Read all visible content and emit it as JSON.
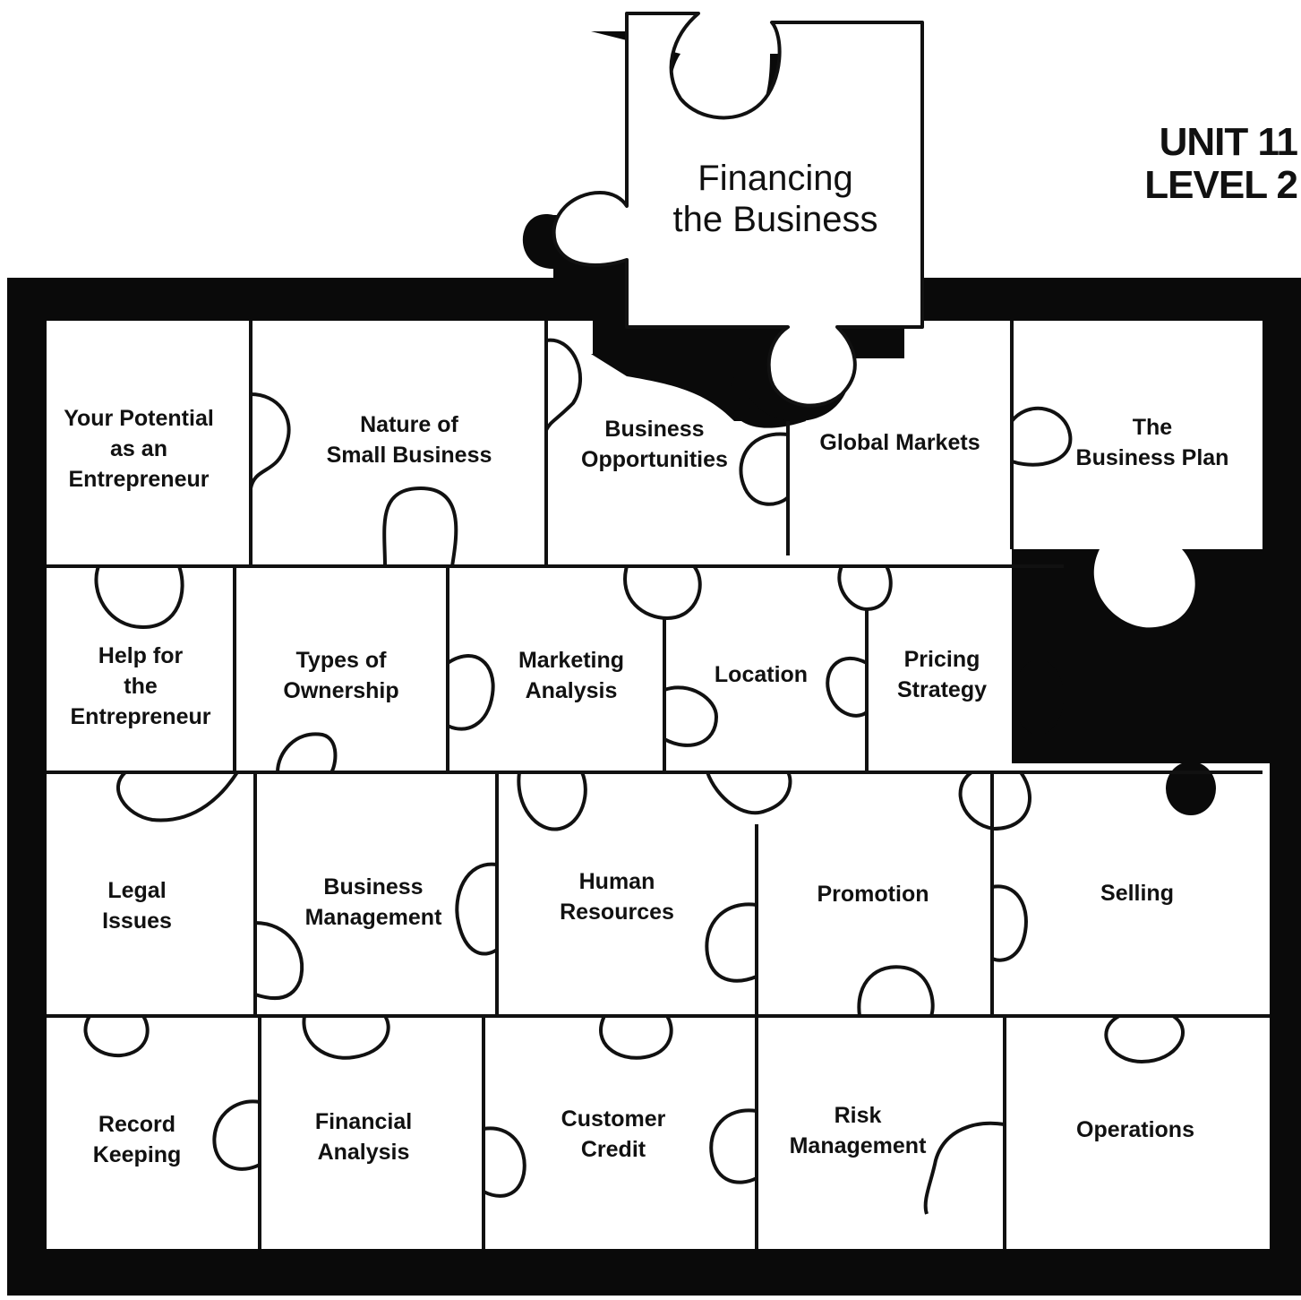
{
  "unit_label": {
    "unit": "UNIT 11",
    "level": "LEVEL 2"
  },
  "featured_piece": {
    "lines": [
      "Financing",
      "the Business"
    ]
  },
  "colors": {
    "ink": "#111111",
    "board": "#0a0a0a",
    "paper": "#ffffff"
  },
  "pieces": [
    {
      "id": "your-potential",
      "lines": [
        "Your Potential",
        "as an",
        "Entrepreneur"
      ]
    },
    {
      "id": "nature-small-business",
      "lines": [
        "Nature of",
        "Small Business"
      ]
    },
    {
      "id": "business-opportunities",
      "lines": [
        "Business",
        "Opportunities"
      ]
    },
    {
      "id": "global-markets",
      "lines": [
        "Global Markets"
      ]
    },
    {
      "id": "business-plan",
      "lines": [
        "The",
        "Business Plan"
      ]
    },
    {
      "id": "help-entrepreneur",
      "lines": [
        "Help for",
        "the",
        "Entrepreneur"
      ]
    },
    {
      "id": "types-ownership",
      "lines": [
        "Types of",
        "Ownership"
      ]
    },
    {
      "id": "marketing-analysis",
      "lines": [
        "Marketing",
        "Analysis"
      ]
    },
    {
      "id": "location",
      "lines": [
        "Location"
      ]
    },
    {
      "id": "pricing-strategy",
      "lines": [
        "Pricing",
        "Strategy"
      ]
    },
    {
      "id": "legal-issues",
      "lines": [
        "Legal",
        "Issues"
      ]
    },
    {
      "id": "business-management",
      "lines": [
        "Business",
        "Management"
      ]
    },
    {
      "id": "human-resources",
      "lines": [
        "Human",
        "Resources"
      ]
    },
    {
      "id": "promotion",
      "lines": [
        "Promotion"
      ]
    },
    {
      "id": "selling",
      "lines": [
        "Selling"
      ]
    },
    {
      "id": "record-keeping",
      "lines": [
        "Record",
        "Keeping"
      ]
    },
    {
      "id": "financial-analysis",
      "lines": [
        "Financial",
        "Analysis"
      ]
    },
    {
      "id": "customer-credit",
      "lines": [
        "Customer",
        "Credit"
      ]
    },
    {
      "id": "risk-management",
      "lines": [
        "Risk",
        "Management"
      ]
    },
    {
      "id": "operations",
      "lines": [
        "Operations"
      ]
    }
  ]
}
